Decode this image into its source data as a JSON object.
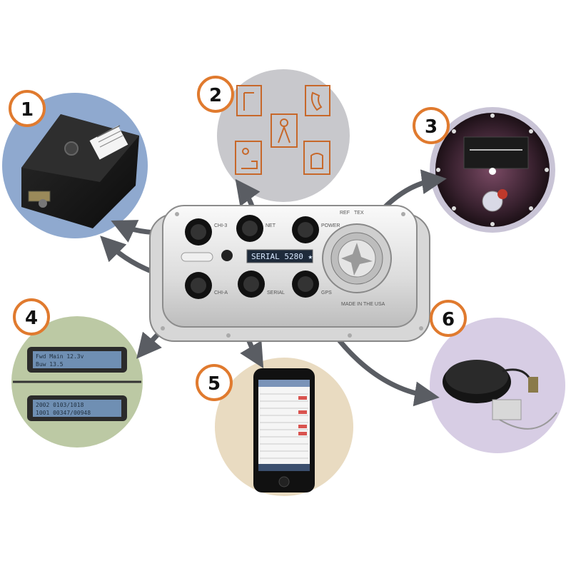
{
  "badges": [
    {
      "id": "1",
      "number": "1"
    },
    {
      "id": "2",
      "number": "2"
    },
    {
      "id": "3",
      "number": "3"
    },
    {
      "id": "4",
      "number": "4"
    },
    {
      "id": "5",
      "number": "5"
    },
    {
      "id": "6",
      "number": "6"
    }
  ],
  "colors": {
    "badge_ring": "#e07a2e",
    "circle1": "#8fa9cf",
    "circle2": "#c8c8cc",
    "circle3": "#c9c4d6",
    "circle4": "#bcc9a4",
    "circle5": "#e9dbc1",
    "circle6": "#d7cde4",
    "arrow": "#5a5d63"
  },
  "panel": {
    "connector_labels": [
      "CHI-3",
      "NET",
      "POWER",
      "CHI-A",
      "SERIAL",
      "GPS"
    ],
    "top_right_labels": [
      "REF",
      "TEX"
    ],
    "made_in": "MADE IN THE USA",
    "display_text": "SERIAL 5280 ★"
  },
  "device1": {
    "sticker_lines": [
      "",
      "",
      "",
      ""
    ]
  },
  "lcd": {
    "screen1": [
      "Fwd Main 12.3v",
      "Buw 13.5"
    ],
    "screen2": [
      "2002 0103/1018",
      "1001 00347/00948"
    ]
  }
}
